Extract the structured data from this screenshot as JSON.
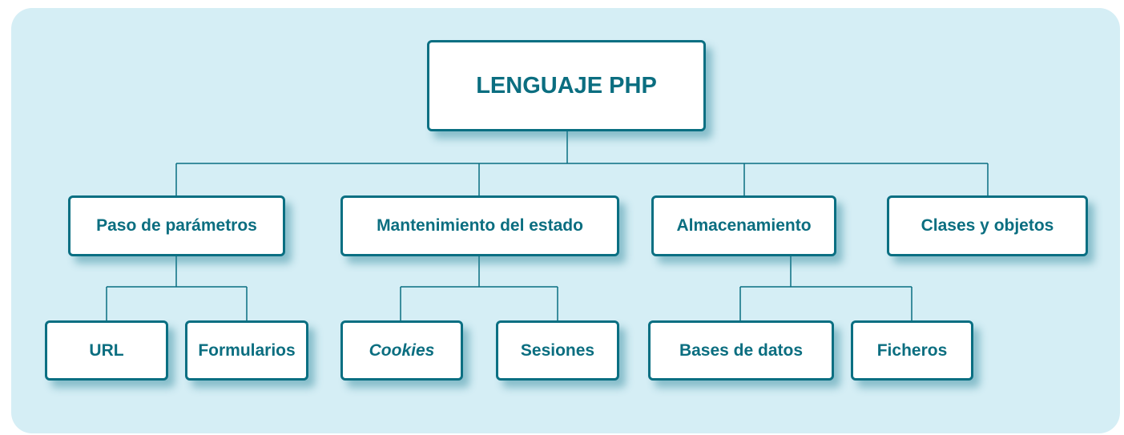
{
  "root": "LENGUAJE PHP",
  "level2": [
    "Paso de parámetros",
    "Mantenimiento del estado",
    "Almacenamiento",
    "Clases y objetos"
  ],
  "level3": {
    "paso": [
      "URL",
      "Formularios"
    ],
    "mantenimiento": [
      "Cookies",
      "Sesiones"
    ],
    "almacenamiento": [
      "Bases de datos",
      "Ficheros"
    ]
  },
  "colors": {
    "background": "#d5eef5",
    "border": "#0a6f82",
    "text": "#0b6e80"
  }
}
